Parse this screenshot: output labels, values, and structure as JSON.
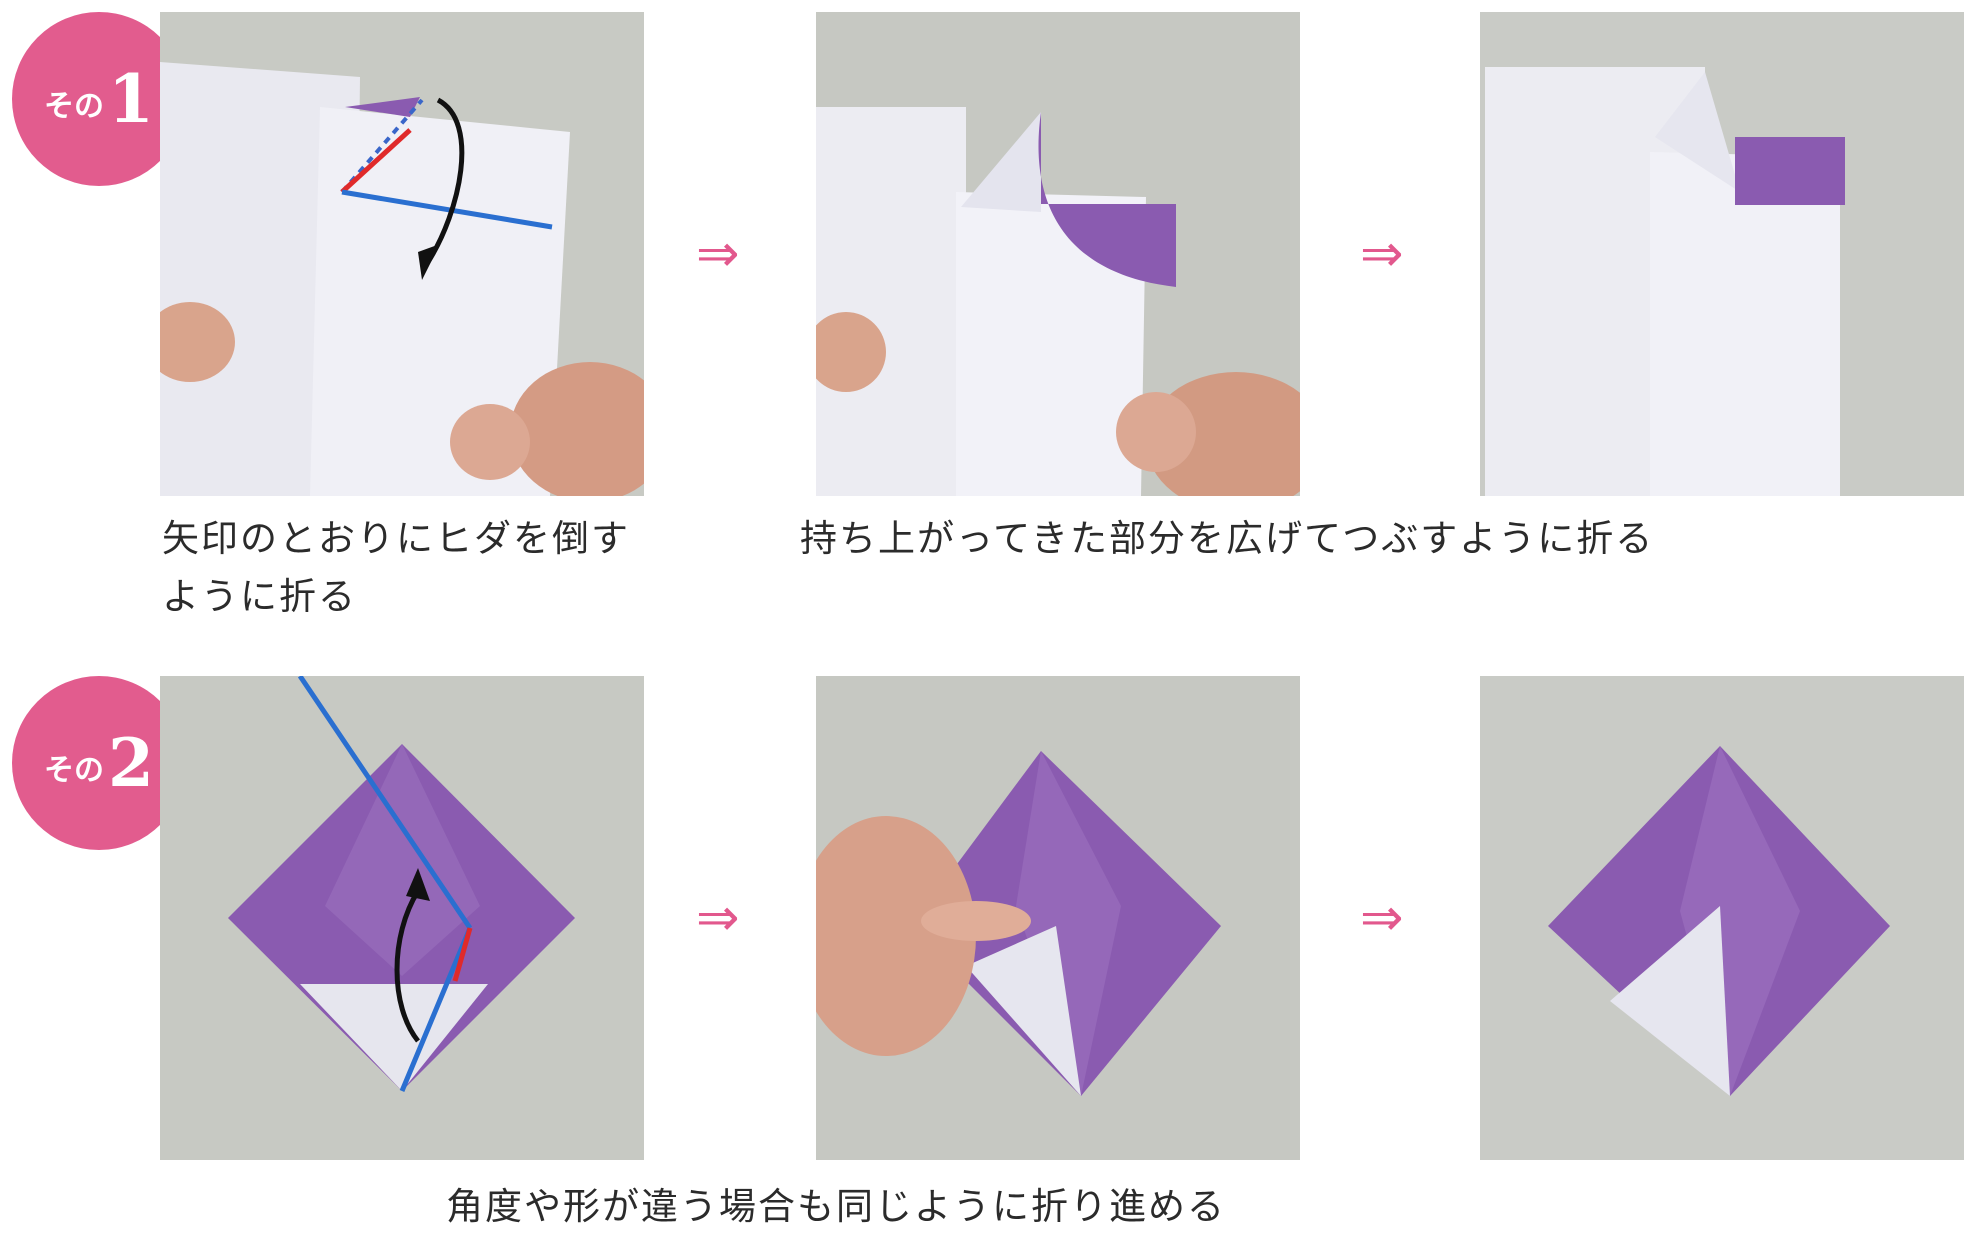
{
  "steps": [
    {
      "badge_prefix": "その",
      "badge_number": "1",
      "captions": [
        "矢印のとおりにヒダを倒す",
        "ように折る",
        "持ち上がってきた部分を広げてつぶすように折る"
      ]
    },
    {
      "badge_prefix": "その",
      "badge_number": "2",
      "captions": [
        "角度や形が違う場合も同じように折り進める"
      ]
    }
  ],
  "arrow_glyph": "⇒",
  "colors": {
    "badge": "#e25c8e",
    "arrow": "#e2588d",
    "paper_purple": "#8a5bb0",
    "paper_white": "#e6e6ee",
    "background_photo": "#c6c8c2"
  }
}
